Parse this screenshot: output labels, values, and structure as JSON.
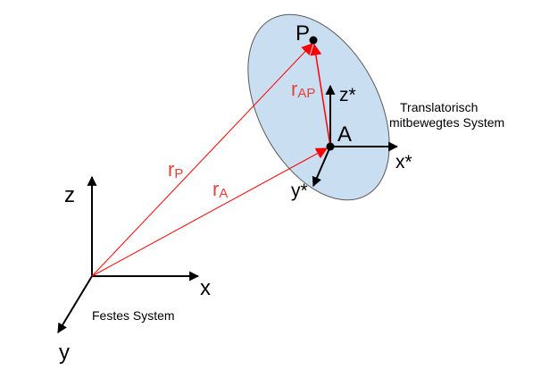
{
  "labels": {
    "point_P": "P",
    "point_A": "A",
    "vec_rP_main": "r",
    "vec_rP_sub": "P",
    "vec_rA_main": "r",
    "vec_rA_sub": "A",
    "vec_rAP_main": "r",
    "vec_rAP_sub": "AP",
    "axis_x": "x",
    "axis_y": "y",
    "axis_z": "z",
    "axis_x_star": "x*",
    "axis_y_star": "y*",
    "axis_z_star": "z*",
    "caption_fixed": "Festes System",
    "caption_moving_line1": "Translatorisch",
    "caption_moving_line2": "mitbewegtes System"
  },
  "colors": {
    "vector": "#ff0000",
    "vector_label": "#e8413a",
    "axis": "#000000",
    "ellipse_fill": "#c9def0",
    "ellipse_stroke": "#5a5a5a"
  }
}
